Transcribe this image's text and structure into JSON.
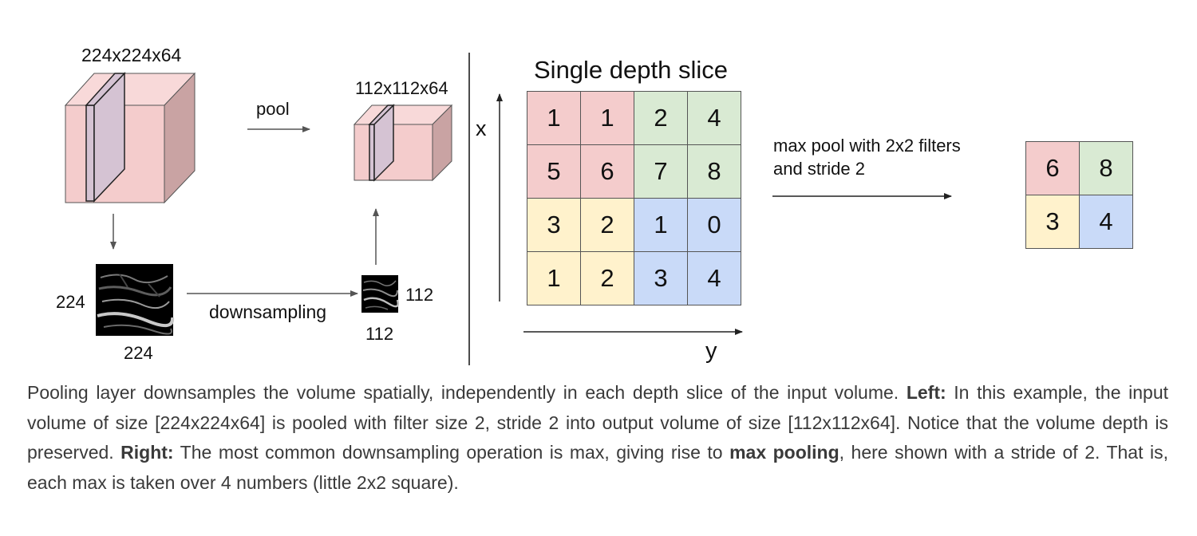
{
  "left": {
    "input_volume_label": "224x224x64",
    "pool_label": "pool",
    "output_volume_label": "112x112x64",
    "input_image_height": "224",
    "input_image_width": "224",
    "downsampling_label": "downsampling",
    "output_image_height": "112",
    "output_image_width": "112"
  },
  "right": {
    "title": "Single depth slice",
    "x_axis": "x",
    "y_axis": "y",
    "input_grid": [
      [
        {
          "v": "1",
          "c": "red"
        },
        {
          "v": "1",
          "c": "red"
        },
        {
          "v": "2",
          "c": "green"
        },
        {
          "v": "4",
          "c": "green"
        }
      ],
      [
        {
          "v": "5",
          "c": "red"
        },
        {
          "v": "6",
          "c": "red"
        },
        {
          "v": "7",
          "c": "green"
        },
        {
          "v": "8",
          "c": "green"
        }
      ],
      [
        {
          "v": "3",
          "c": "yellow"
        },
        {
          "v": "2",
          "c": "yellow"
        },
        {
          "v": "1",
          "c": "blue"
        },
        {
          "v": "0",
          "c": "blue"
        }
      ],
      [
        {
          "v": "1",
          "c": "yellow"
        },
        {
          "v": "2",
          "c": "yellow"
        },
        {
          "v": "3",
          "c": "blue"
        },
        {
          "v": "4",
          "c": "blue"
        }
      ]
    ],
    "operation_line1": "max pool with 2x2 filters",
    "operation_line2": "and stride 2",
    "output_grid": [
      [
        {
          "v": "6",
          "c": "red"
        },
        {
          "v": "8",
          "c": "green"
        }
      ],
      [
        {
          "v": "3",
          "c": "yellow"
        },
        {
          "v": "4",
          "c": "blue"
        }
      ]
    ]
  },
  "colors": {
    "red": "#f4cccc",
    "green": "#d9ead3",
    "yellow": "#fff2cc",
    "blue": "#c9daf8",
    "volume_front": "#f4cccc",
    "volume_top": "#f8d9d9",
    "volume_side": "#c9a3a3",
    "slice": "#d5c3d3"
  },
  "caption": {
    "part1": "Pooling layer downsamples the volume spatially, independently in each depth slice of the input volume. ",
    "left_bold": "Left:",
    "part2": " In this example, the input volume of size [224x224x64] is pooled with filter size 2, stride 2 into output volume of size [112x112x64]. Notice that the volume depth is preserved. ",
    "right_bold": "Right:",
    "part3": " The most common downsampling operation is max, giving rise to ",
    "max_pooling_bold": "max pooling",
    "part4": ", here shown with a stride of 2. That is, each max is taken over 4 numbers (little 2x2 square)."
  }
}
